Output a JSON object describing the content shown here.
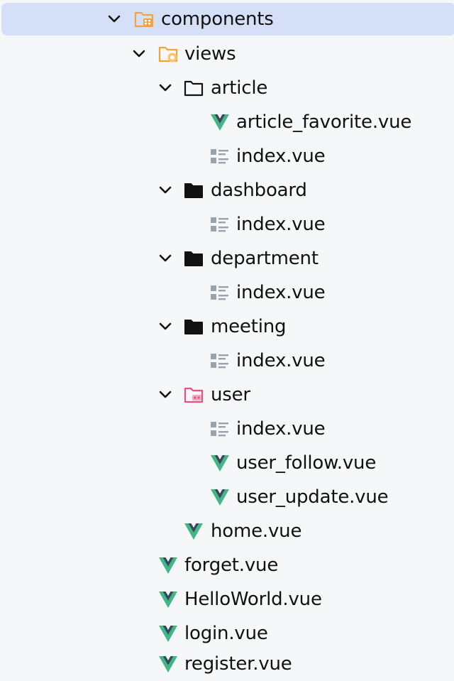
{
  "project_tree": {
    "components": "components",
    "views": "views",
    "article": "article",
    "article_favorite": "article_favorite.vue",
    "article_index": "index.vue",
    "dashboard": "dashboard",
    "dashboard_index": "index.vue",
    "department": "department",
    "department_index": "index.vue",
    "meeting": "meeting",
    "meeting_index": "index.vue",
    "user": "user",
    "user_index": "index.vue",
    "user_follow": "user_follow.vue",
    "user_update": "user_update.vue",
    "home": "home.vue",
    "forget": "forget.vue",
    "helloworld": "HelloWorld.vue",
    "login": "login.vue",
    "register": "register.vue"
  },
  "colors": {
    "selection": "#d5e0f8",
    "vue_green": "#41b883",
    "vue_dark": "#35495e",
    "folder_orange": "#f2a33a",
    "folder_pink": "#e94f7f",
    "text": "#111111"
  },
  "icons": [
    "chevron-down-icon",
    "folder-components-icon",
    "folder-views-icon",
    "folder-outline-icon",
    "folder-solid-icon",
    "folder-user-icon",
    "vue-file-icon",
    "list-file-icon"
  ]
}
